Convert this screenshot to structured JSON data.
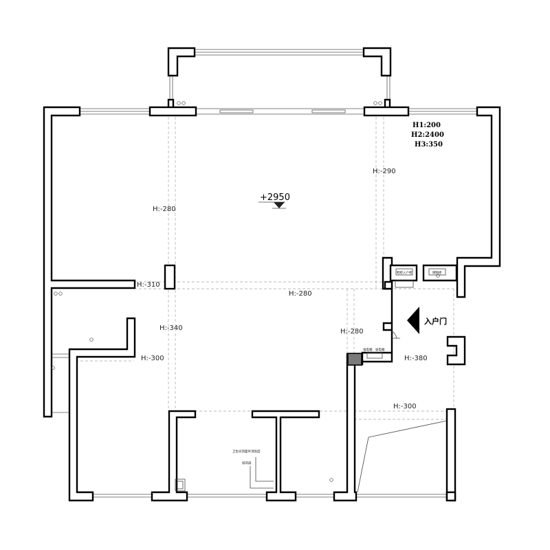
{
  "ceiling_spec": {
    "h1": "H1:200",
    "h2": "H2:2400",
    "h3": "H3:350"
  },
  "elevation_mark": "+2950",
  "entrance_label": "入户门",
  "height_labels": {
    "living_left": "H:-280",
    "living_right": "H:-290",
    "corridor_left": "H:-310",
    "corridor_main": "H:-280",
    "corridor_right": "H:-280",
    "left_room_upper": "H:-340",
    "left_room_lower": "H:-300",
    "entry_side": "H:-380",
    "kitchen": "H:-300"
  },
  "cabinet_labels": {
    "shoe_cabinet": "鞋柜入户柜",
    "storage_cabinet": "储物柜"
  },
  "small_labels": {
    "left": "强电箱",
    "right": "弱电箱"
  },
  "bathroom_notes": {
    "line1": "卫生间顶面吊顶高度",
    "line2": "排风扇"
  }
}
